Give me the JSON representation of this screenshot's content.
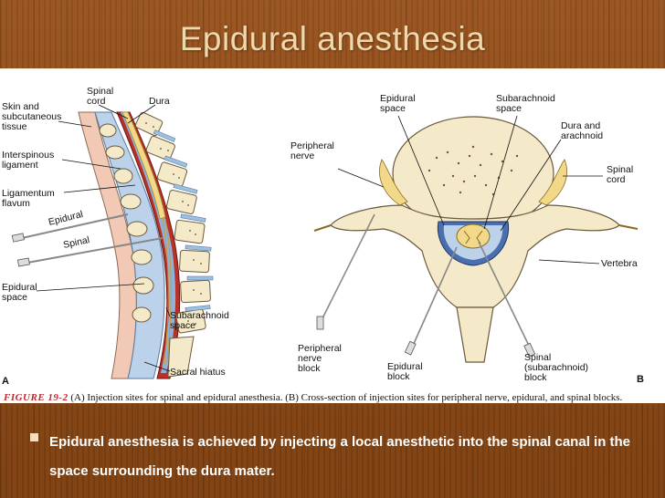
{
  "slide": {
    "title": "Epidural anesthesia",
    "bullet": "Epidural anesthesia is achieved by injecting a local anesthetic into the spinal canal in the space surrounding the dura mater."
  },
  "figure": {
    "panel_a_letter": "A",
    "panel_b_letter": "B",
    "panel_a_labels": {
      "spinal_cord": [
        "Spinal",
        "cord"
      ],
      "dura": "Dura",
      "skin": [
        "Skin and",
        "subcutaneous",
        "tissue"
      ],
      "interspinous": [
        "Interspinous",
        "ligament"
      ],
      "ligamentum": [
        "Ligamentum",
        "flavum"
      ],
      "epidural_needle": "Epidural",
      "spinal_needle": "Spinal",
      "epidural_space": [
        "Epidural",
        "space"
      ],
      "subarachnoid": [
        "Subarachnoid",
        "space"
      ],
      "sacral_hiatus": "Sacral hiatus"
    },
    "panel_b_labels": {
      "epidural_space": [
        "Epidural",
        "space"
      ],
      "subarachnoid_space": [
        "Subarachnoid",
        "space"
      ],
      "dura_arachnoid": [
        "Dura and",
        "arachnoid"
      ],
      "peripheral_nerve": [
        "Peripheral",
        "nerve"
      ],
      "spinal_cord": [
        "Spinal",
        "cord"
      ],
      "vertebra": "Vertebra",
      "peripheral_block": [
        "Peripheral",
        "nerve",
        "block"
      ],
      "epidural_block": [
        "Epidural",
        "block"
      ],
      "spinal_block": [
        "Spinal",
        "(subarachnoid)",
        "block"
      ]
    },
    "caption_figure_no": "FIGURE 19-2",
    "caption_text": " (A) Injection sites for spinal and epidural anesthesia. (B) Cross-section of injection sites for peripheral nerve, epidural, and spinal blocks."
  },
  "colors": {
    "background": "#8a4a16",
    "title": "#f0d8ad",
    "bullet_text": "#ffffff",
    "figure_number": "#c0272d",
    "bone": "#f4e9c8",
    "spinal_cord": "#f2d98a",
    "dura": "#b8322a",
    "csf_blue": "#8fb3d8"
  },
  "icons": {
    "bullet": "square-bullet-icon"
  }
}
